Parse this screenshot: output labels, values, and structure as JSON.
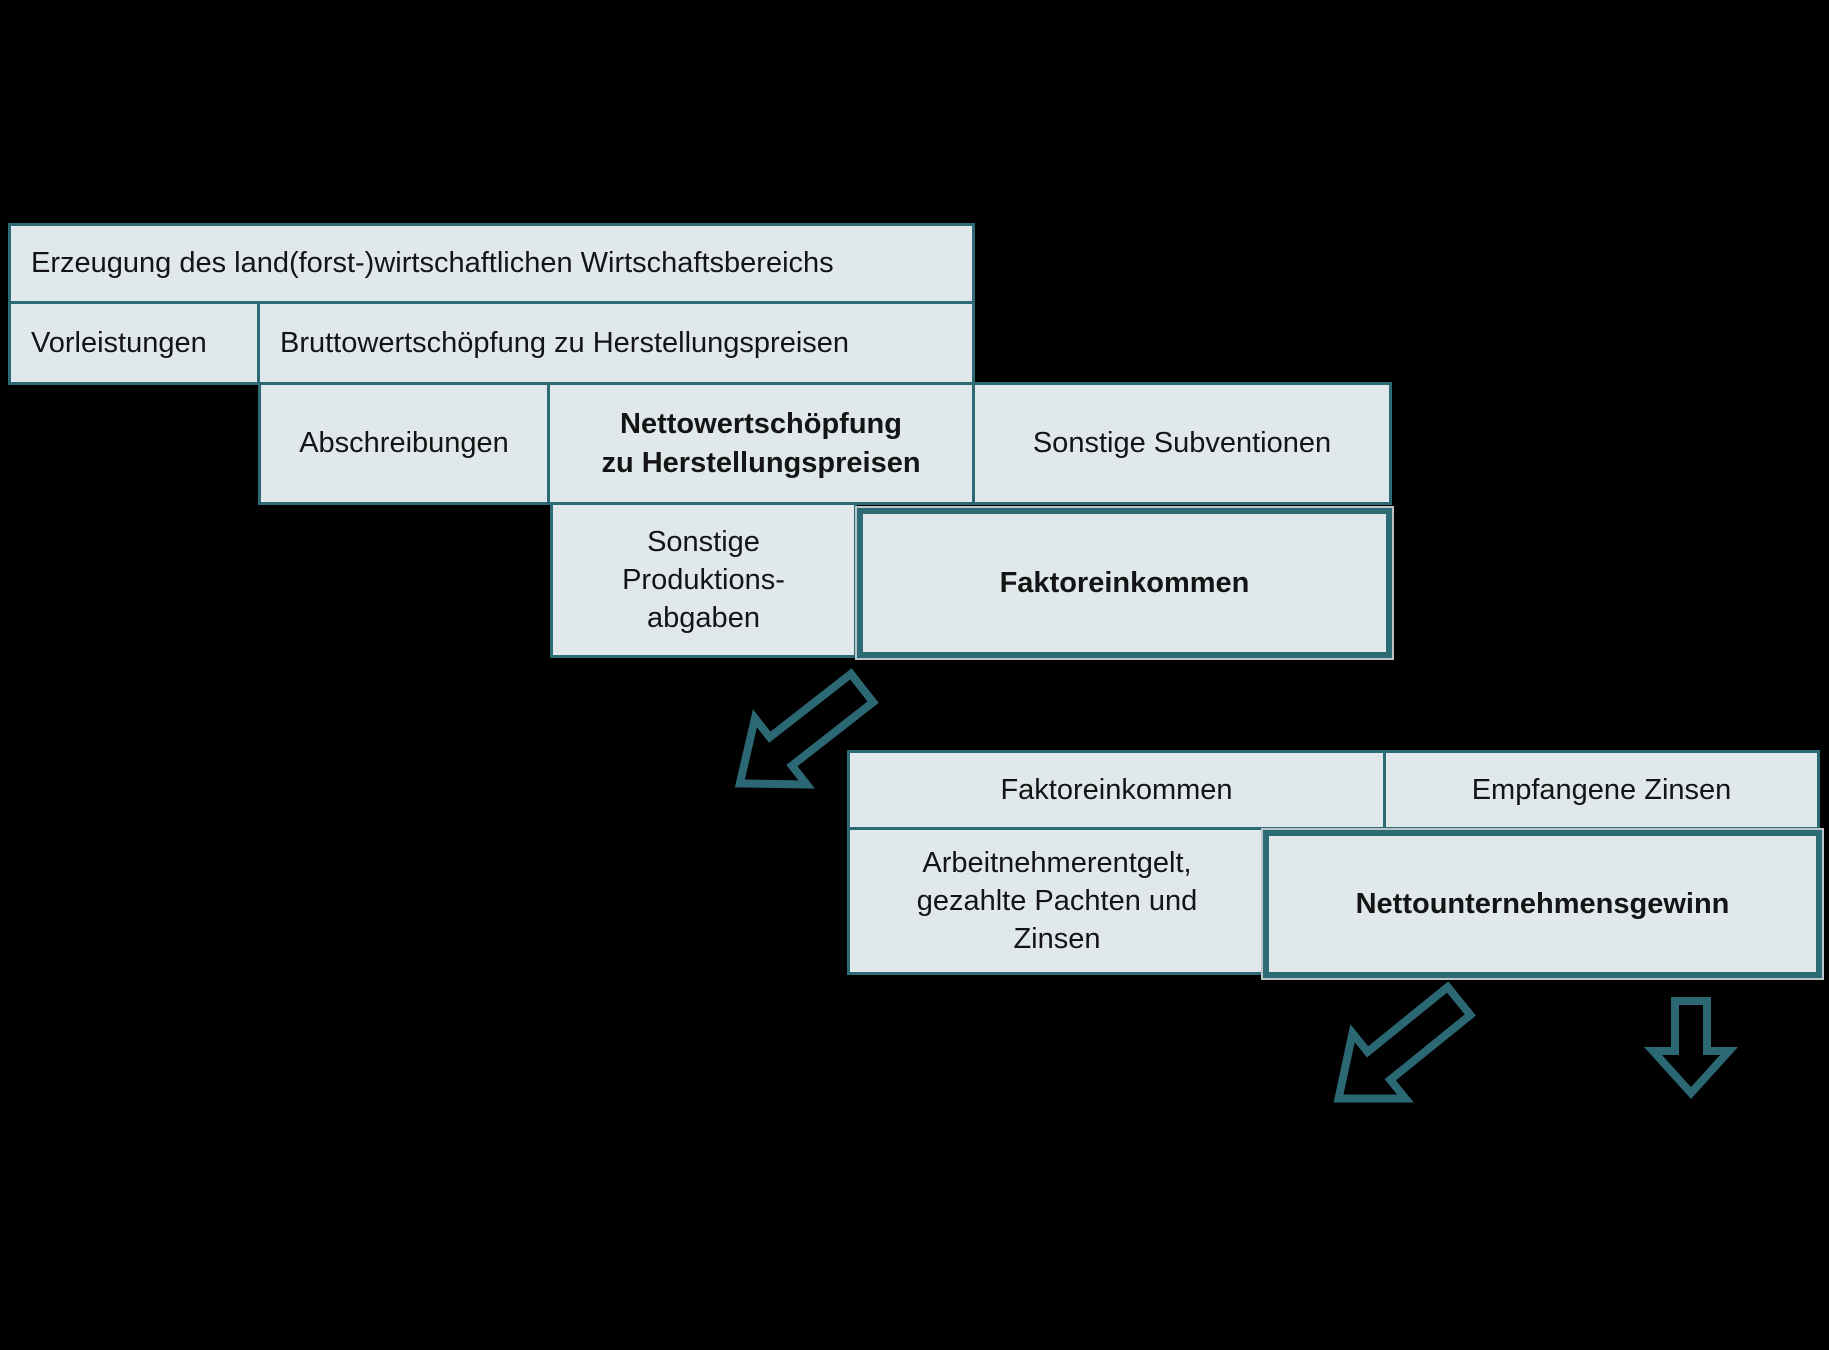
{
  "background_color": "#000000",
  "colors": {
    "box_fill": "#e0e8eb",
    "border_teal": "#2d6b74",
    "thick_box_outline_gray": "#bdc4c7",
    "text": "#141414",
    "arrow": "#2c6873"
  },
  "diagram": {
    "block1": {
      "erzeugung": "Erzeugung des land(forst-)wirtschaftlichen Wirtschaftsbereichs",
      "vorleistungen": "Vorleistungen",
      "bruttowertschoepfung": "Bruttowertschöpfung zu Herstellungspreisen",
      "abschreibungen": "Abschreibungen",
      "nettowertschoepfung": "Nettowertschöpfung\nzu Herstellungspreisen",
      "sonstige_subventionen": "Sonstige Subventionen",
      "sonstige_produktionsabgaben": "Sonstige\nProduktions-\nabgaben",
      "faktoreinkommen": "Faktoreinkommen"
    },
    "block2": {
      "faktoreinkommen": "Faktoreinkommen",
      "empfangene_zinsen": "Empfangene Zinsen",
      "arbeitnehmerentgelt": "Arbeitnehmerentgelt,\ngezahlte Pachten und\nZinsen",
      "nettounternehmensgewinn": "Nettounternehmensgewinn"
    }
  }
}
